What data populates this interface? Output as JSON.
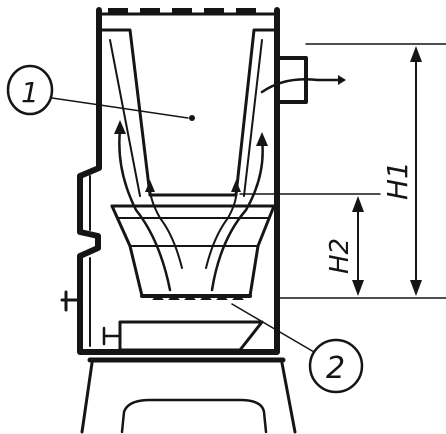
{
  "labels": {
    "callout_1": "1",
    "callout_2": "2",
    "dim_h1": "H1",
    "dim_h2": "H2"
  },
  "colors": {
    "ink": "#151515",
    "paper": "#ffffff"
  },
  "icons": {
    "flow_arrows": "arrow-icon"
  }
}
